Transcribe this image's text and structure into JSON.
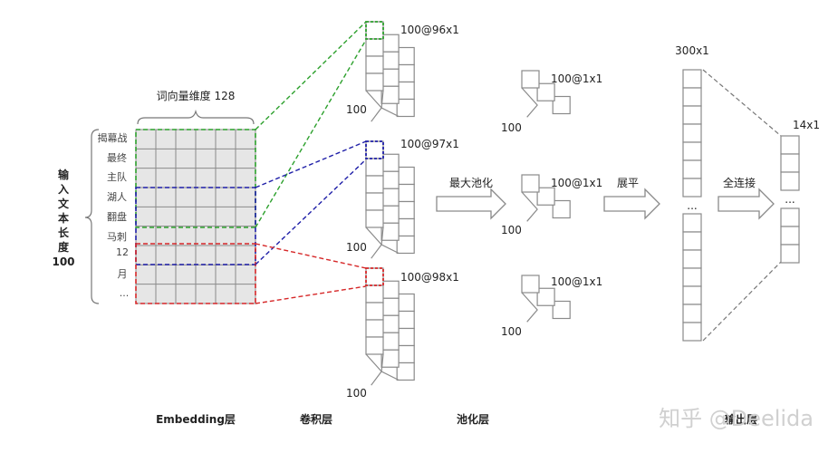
{
  "embedding": {
    "dim_label": "词向量维度 128",
    "len_label": [
      "输",
      "入",
      "文",
      "本",
      "长",
      "度",
      "100"
    ],
    "tokens": [
      "揭幕战",
      "最终",
      "主队",
      "湖人",
      "翻盘",
      "马刺",
      "12",
      "月",
      "..."
    ],
    "layer_label": "Embedding层"
  },
  "conv": {
    "maps": [
      {
        "label": "100@96x1",
        "color": "#2ca02c",
        "depth_label": "100"
      },
      {
        "label": "100@97x1",
        "color": "#1f1fa8",
        "depth_label": "100"
      },
      {
        "label": "100@98x1",
        "color": "#d62728",
        "depth_label": "100"
      }
    ],
    "layer_label": "卷积层"
  },
  "pool": {
    "maps": [
      {
        "label": "100@1x1",
        "depth_label": "100"
      },
      {
        "label": "100@1x1",
        "depth_label": "100"
      },
      {
        "label": "100@1x1",
        "depth_label": "100"
      }
    ],
    "arrow_label": "最大池化",
    "layer_label": "池化层"
  },
  "flatten": {
    "arrow_label": "展平",
    "size_label": "300x1",
    "ellipsis": "..."
  },
  "fc": {
    "arrow_label": "全连接",
    "size_label": "14x1",
    "ellipsis": "...",
    "layer_label": "输出层"
  },
  "watermark": "知乎 @Deelida",
  "colors": {
    "grid_fill": "#e6e6e6",
    "grid_line": "#8a8a8a",
    "box_line": "#8a8a8a",
    "arrow_fill": "#ffffff"
  }
}
